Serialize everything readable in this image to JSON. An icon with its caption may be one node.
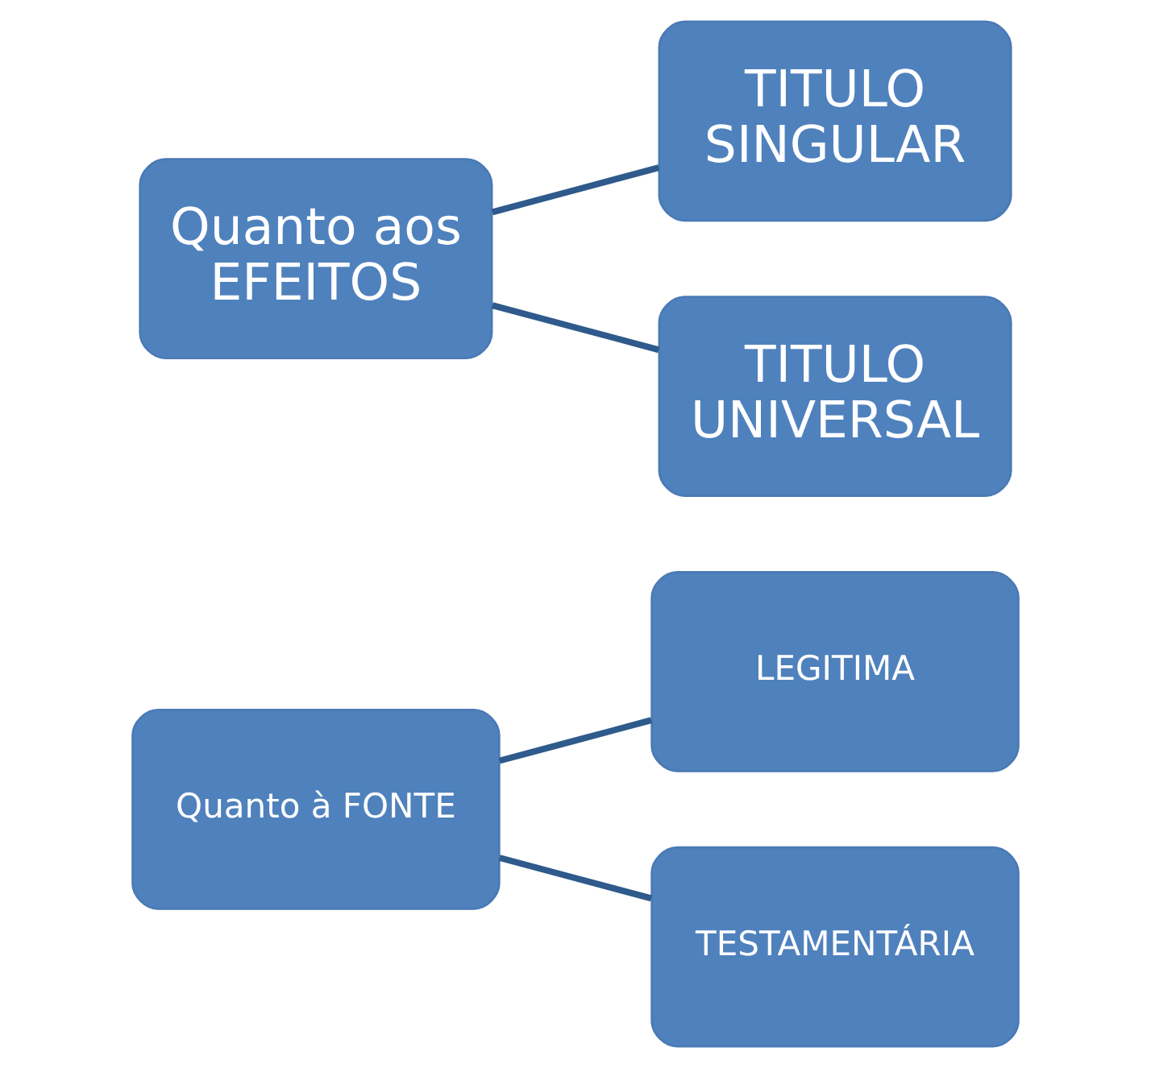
{
  "diagram": {
    "nodes": [
      {
        "text": [
          "Quanto à FONTE"
        ]
      },
      {
        "text": [
          "LEGITIMA"
        ]
      },
      {
        "text": [
          "TESTAMENTÁRIA"
        ]
      },
      {
        "text": [
          "Quanto aos EFEITOS"
        ]
      },
      {
        "text": [
          "TITULO SINGULAR"
        ]
      },
      {
        "text": [
          "TITULO UNIVERSAL"
        ]
      }
    ],
    "edges": [
      {
        "from": 0,
        "to": 1,
        "arrow": "none"
      },
      {
        "from": 0,
        "to": 2,
        "arrow": "none"
      },
      {
        "from": 3,
        "to": 4,
        "arrow": "none"
      },
      {
        "from": 3,
        "to": 5,
        "arrow": "none"
      }
    ]
  }
}
